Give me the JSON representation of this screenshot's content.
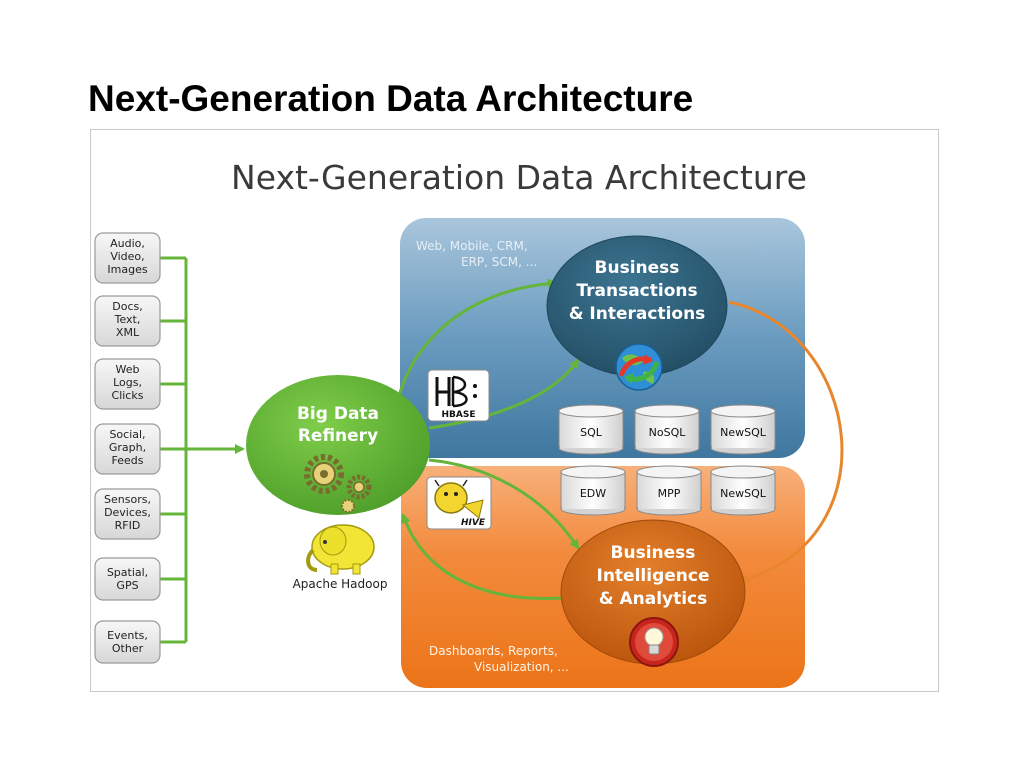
{
  "slide": {
    "title": "Next-Generation Data Architecture"
  },
  "diagram": {
    "title": "Next-Generation Data Architecture",
    "sources": [
      {
        "lines": [
          "Audio,",
          "Video,",
          "Images"
        ]
      },
      {
        "lines": [
          "Docs,",
          "Text,",
          "XML"
        ]
      },
      {
        "lines": [
          "Web",
          "Logs,",
          "Clicks"
        ]
      },
      {
        "lines": [
          "Social,",
          "Graph,",
          "Feeds"
        ]
      },
      {
        "lines": [
          "Sensors,",
          "Devices,",
          "RFID"
        ]
      },
      {
        "lines": [
          "Spatial,",
          "GPS"
        ]
      },
      {
        "lines": [
          "Events,",
          "Other"
        ]
      }
    ],
    "refinery": {
      "lines": [
        "Big Data",
        "Refinery"
      ],
      "logo_caption": "Apache Hadoop"
    },
    "transactions": {
      "caption_lines": [
        "Web, Mobile, CRM,",
        "ERP, SCM, ..."
      ],
      "lines": [
        "Business",
        "Transactions",
        "& Interactions"
      ],
      "databases": [
        "SQL",
        "NoSQL",
        "NewSQL"
      ],
      "logo_text": "HBASE"
    },
    "analytics": {
      "databases": [
        "EDW",
        "MPP",
        "NewSQL"
      ],
      "lines": [
        "Business",
        "Intelligence",
        "& Analytics"
      ],
      "caption_lines": [
        "Dashboards, Reports,",
        "Visualization, ..."
      ],
      "logo_text": "HIVE"
    },
    "colors": {
      "blue_panel": "#4f86ad",
      "orange_panel": "#f07a1f",
      "green": "#64b53a",
      "dark_circle": "#2c5c75",
      "orange_circle": "#d4650f",
      "orange_arrow": "#e8862d",
      "source_box": "#e5e5e5"
    }
  }
}
